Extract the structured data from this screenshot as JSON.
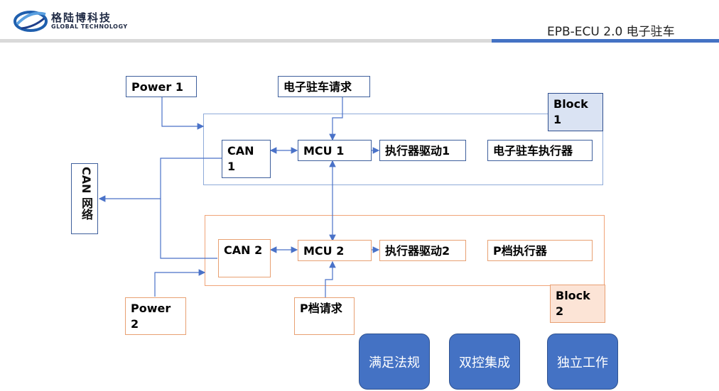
{
  "header": {
    "logo_cn": "格陆博科技",
    "logo_en": "GLOBAL TECHNOLOGY",
    "title": "EPB-ECU 2.0 电子驻车"
  },
  "diagram": {
    "power1": "Power 1",
    "power2": "Power 2",
    "epb_request": "电子驻车请求",
    "p_request": "P档请求",
    "can_network": "CAN 网络",
    "can1": "CAN 1",
    "can2": "CAN 2",
    "mcu1": "MCU 1",
    "mcu2": "MCU 2",
    "driver1": "执行器驱动1",
    "driver2": "执行器驱动2",
    "actuator1": "电子驻车执行器",
    "actuator2": "P档执行器",
    "block1": "Block 1",
    "block2": "Block 2"
  },
  "features": [
    "满足法规",
    "双控集成",
    "独立工作"
  ],
  "colors": {
    "accent": "#4472c4",
    "line": "#4a72c8",
    "block1_fill": "#dae3f3",
    "block2_fill": "#fce4d6"
  }
}
